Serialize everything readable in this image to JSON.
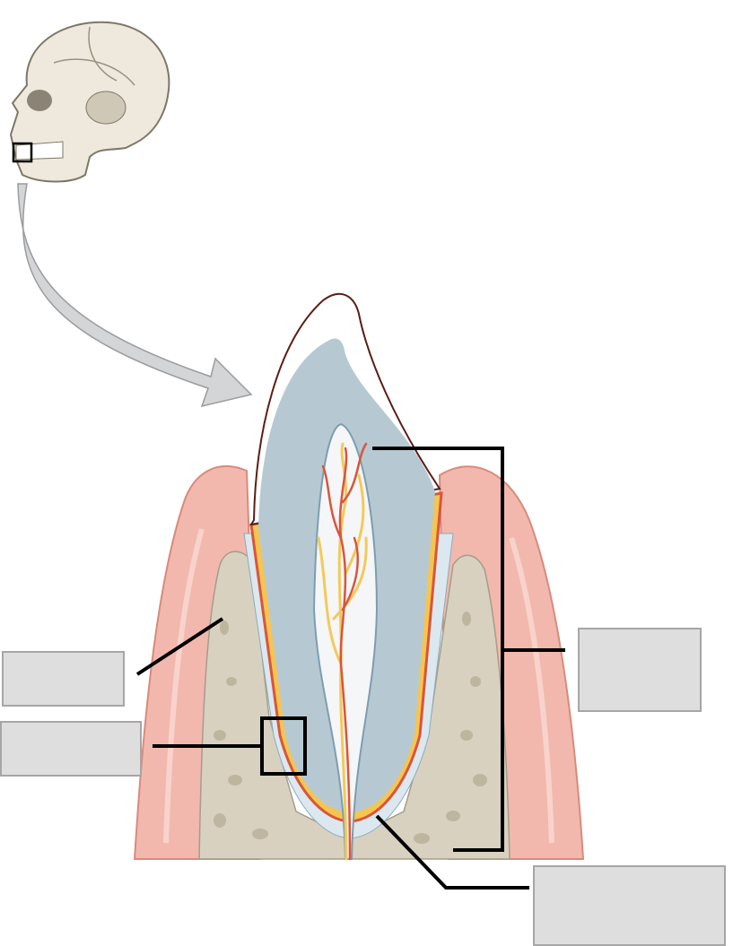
{
  "diagram": {
    "subject": "tooth-in-socket",
    "icons": [
      "skull-icon",
      "arrow-icon"
    ],
    "colors": {
      "gum": "#f2b8ad",
      "gum_edge": "#d98a7c",
      "bone": "#d8d1c0",
      "enamel": "#ffffff",
      "dentin": "#b6c9d3",
      "pulp": "#f4f6f7",
      "cementum": "#f5c550",
      "vessel": "#d9553c",
      "nerve": "#f3c95a",
      "ligament": "#dbe8ef",
      "leader": "#000000",
      "label_fill": "#dedede",
      "label_border": "#a6a6a6"
    },
    "labels": [
      {
        "id": "left-upper",
        "text": ""
      },
      {
        "id": "left-lower",
        "text": ""
      },
      {
        "id": "right-bracket",
        "text": ""
      },
      {
        "id": "bottom-right",
        "text": ""
      }
    ]
  }
}
